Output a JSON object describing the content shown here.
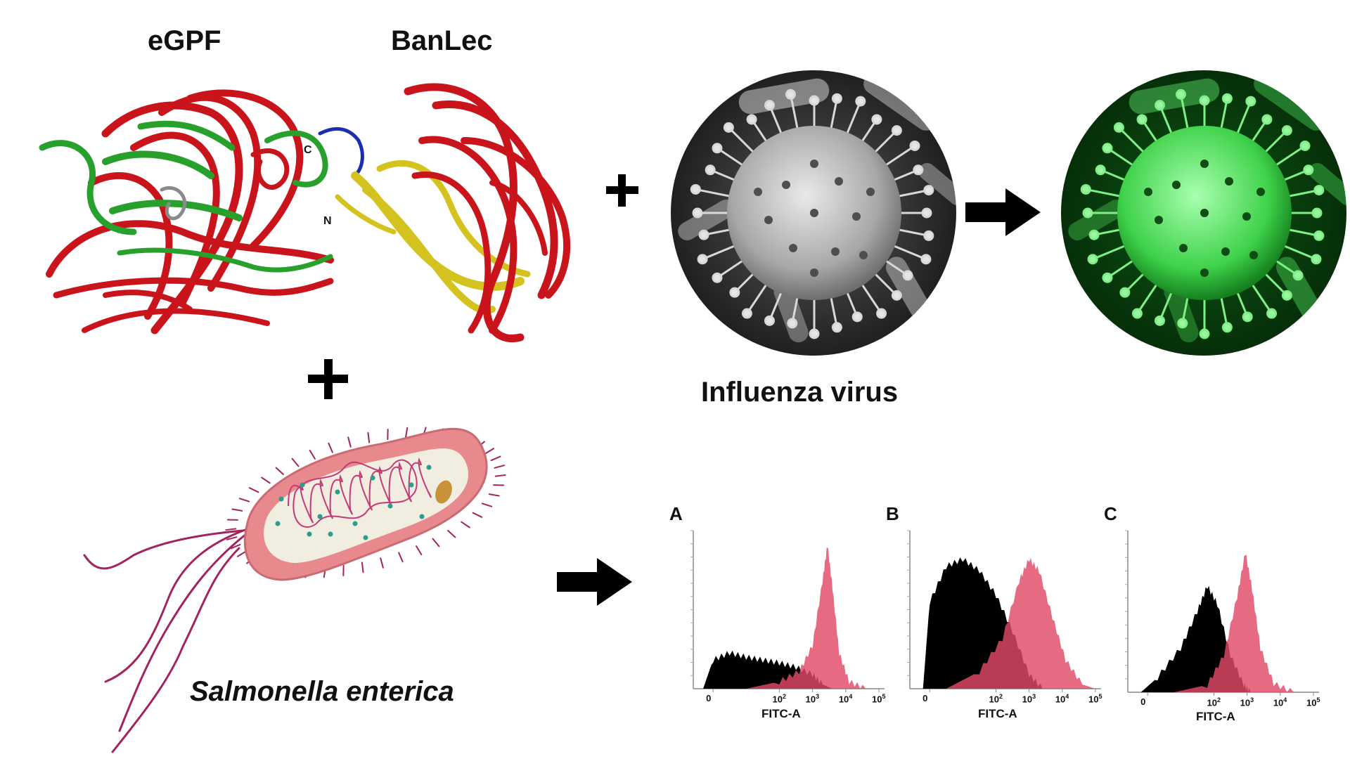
{
  "labels": {
    "protein_left": "eGPF",
    "protein_right": "BanLec",
    "terminus_c": "C",
    "terminus_n": "N",
    "virus": "Influenza virus",
    "bacterium": "Salmonella enterica",
    "plus": "+"
  },
  "colors": {
    "ribbon_red": "#c8141a",
    "ribbon_green": "#27a12c",
    "ribbon_yellow": "#d4c21e",
    "linker_blue": "#1a2fb0",
    "virus_gray": "#cfcfcf",
    "virus_green": "#3fd24a",
    "histogram_black": "#000000",
    "histogram_red": "#e04a66",
    "histogram_overlap": "#a31838"
  },
  "chart_data": [
    {
      "type": "area",
      "panel": "A",
      "xlabel": "FITC-A",
      "x_ticks": [
        "0",
        "10^2",
        "10^3",
        "10^4",
        "10^5"
      ],
      "series": [
        {
          "color": "#000000",
          "points": [
            [
              -0.3,
              0
            ],
            [
              0,
              0.2
            ],
            [
              0.5,
              0.25
            ],
            [
              1,
              0.22
            ],
            [
              1.5,
              0.2
            ],
            [
              2,
              0.18
            ],
            [
              2.5,
              0.15
            ],
            [
              3,
              0.1
            ],
            [
              3.3,
              0.03
            ],
            [
              3.6,
              0
            ]
          ]
        },
        {
          "color": "#e04a66",
          "points": [
            [
              1,
              0
            ],
            [
              2,
              0.05
            ],
            [
              2.6,
              0.12
            ],
            [
              3.0,
              0.3
            ],
            [
              3.3,
              0.75
            ],
            [
              3.45,
              1.0
            ],
            [
              3.6,
              0.7
            ],
            [
              3.8,
              0.25
            ],
            [
              4.1,
              0.05
            ],
            [
              4.6,
              0
            ]
          ]
        }
      ]
    },
    {
      "type": "area",
      "panel": "B",
      "xlabel": "FITC-A",
      "x_ticks": [
        "0",
        "10^2",
        "10^3",
        "10^4",
        "10^5"
      ],
      "series": [
        {
          "color": "#000000",
          "points": [
            [
              -0.2,
              0
            ],
            [
              0,
              0.6
            ],
            [
              0.5,
              0.85
            ],
            [
              1,
              0.9
            ],
            [
              1.5,
              0.82
            ],
            [
              2,
              0.65
            ],
            [
              2.5,
              0.4
            ],
            [
              3,
              0.1
            ],
            [
              3.4,
              0
            ]
          ]
        },
        {
          "color": "#e04a66",
          "points": [
            [
              0.5,
              0
            ],
            [
              1.5,
              0.12
            ],
            [
              2.2,
              0.35
            ],
            [
              2.7,
              0.75
            ],
            [
              3.0,
              0.9
            ],
            [
              3.3,
              0.82
            ],
            [
              3.7,
              0.5
            ],
            [
              4.1,
              0.2
            ],
            [
              4.6,
              0.03
            ],
            [
              5,
              0
            ]
          ]
        }
      ]
    },
    {
      "type": "area",
      "panel": "C",
      "xlabel": "FITC-A",
      "x_ticks": [
        "0",
        "10^2",
        "10^3",
        "10^4",
        "10^5"
      ],
      "series": [
        {
          "color": "#000000",
          "points": [
            [
              -0.2,
              0
            ],
            [
              0.3,
              0.1
            ],
            [
              1,
              0.3
            ],
            [
              1.5,
              0.55
            ],
            [
              1.8,
              0.72
            ],
            [
              2.1,
              0.6
            ],
            [
              2.5,
              0.25
            ],
            [
              2.9,
              0.05
            ],
            [
              3.1,
              0
            ]
          ]
        },
        {
          "color": "#e04a66",
          "points": [
            [
              0.8,
              0
            ],
            [
              1.8,
              0.05
            ],
            [
              2.3,
              0.25
            ],
            [
              2.7,
              0.65
            ],
            [
              2.95,
              0.95
            ],
            [
              3.15,
              0.7
            ],
            [
              3.4,
              0.3
            ],
            [
              3.8,
              0.06
            ],
            [
              4.4,
              0
            ]
          ]
        }
      ]
    }
  ]
}
